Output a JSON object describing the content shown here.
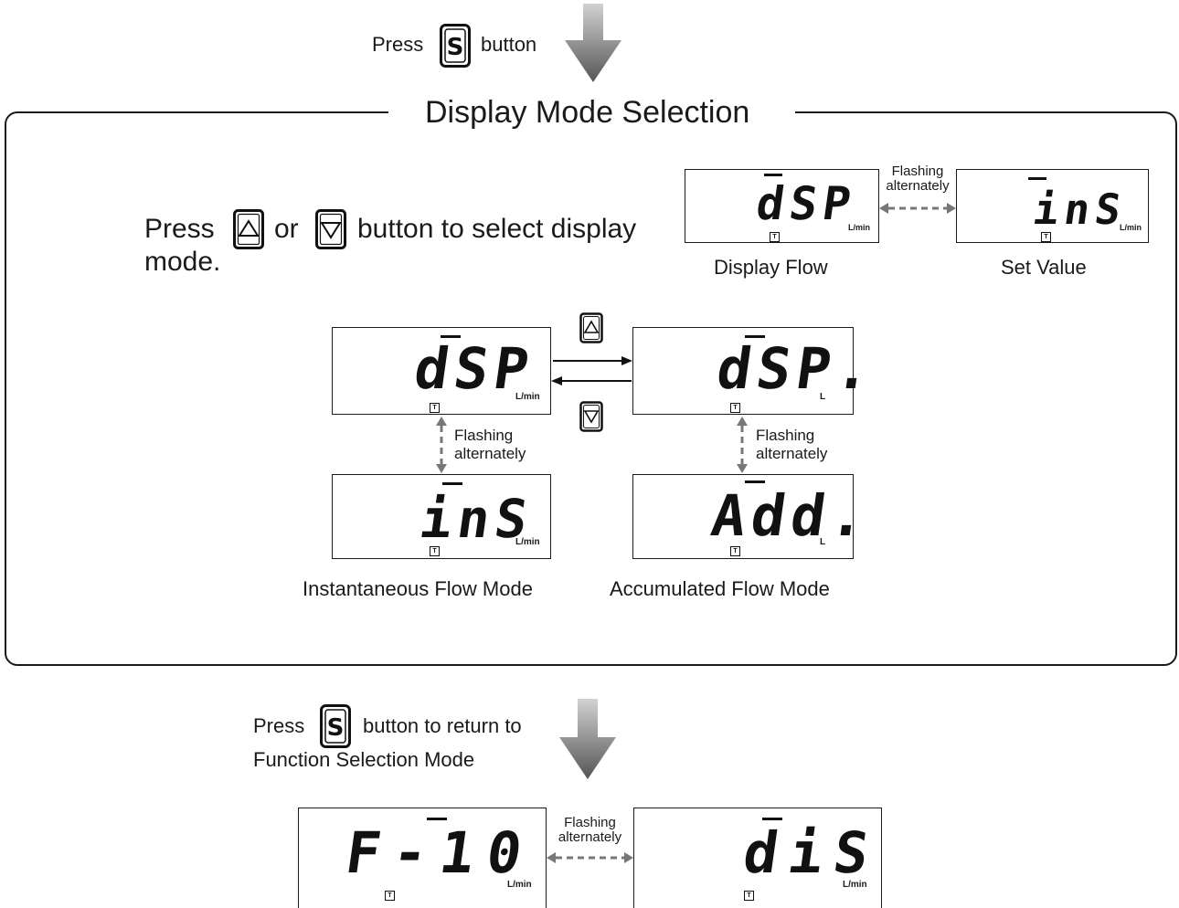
{
  "top_step": {
    "press": "Press",
    "button_letter": "S",
    "button": "button"
  },
  "frame": {
    "title": "Display Mode Selection"
  },
  "instruction": {
    "line1_a": "Press",
    "line1_b": "or",
    "line1_c": "button to select display",
    "line2": "mode."
  },
  "flashing_label": {
    "line1": "Flashing",
    "line2": "alternately"
  },
  "examples": {
    "display_flow": {
      "text": "dSP",
      "unit": "L/min",
      "caption": "Display Flow"
    },
    "set_value": {
      "text": "inS",
      "unit": "L/min",
      "caption": "Set Value"
    }
  },
  "modes": {
    "inst_dsp": {
      "text": "dSP",
      "unit": "L/min"
    },
    "accu_dsp": {
      "text": "dSP.",
      "unit": "L"
    },
    "inst_alt": {
      "text": "inS",
      "unit": "L/min"
    },
    "accu_alt": {
      "text": "Add.",
      "unit": "L"
    },
    "inst_caption": "Instantaneous Flow Mode",
    "accu_caption": "Accumulated Flow Mode"
  },
  "bottom_step": {
    "line1_a": "Press",
    "button_letter": "S",
    "line1_b": "button to return to",
    "line2": "Function Selection Mode"
  },
  "final": {
    "left": {
      "text": "F-10",
      "unit": "L/min"
    },
    "right": {
      "text": "diS",
      "unit": "L/min"
    }
  },
  "colors": {
    "arrow_gradient_top": "#cfcfcf",
    "arrow_gradient_bottom": "#5a5a5a",
    "dashed": "#777777"
  }
}
